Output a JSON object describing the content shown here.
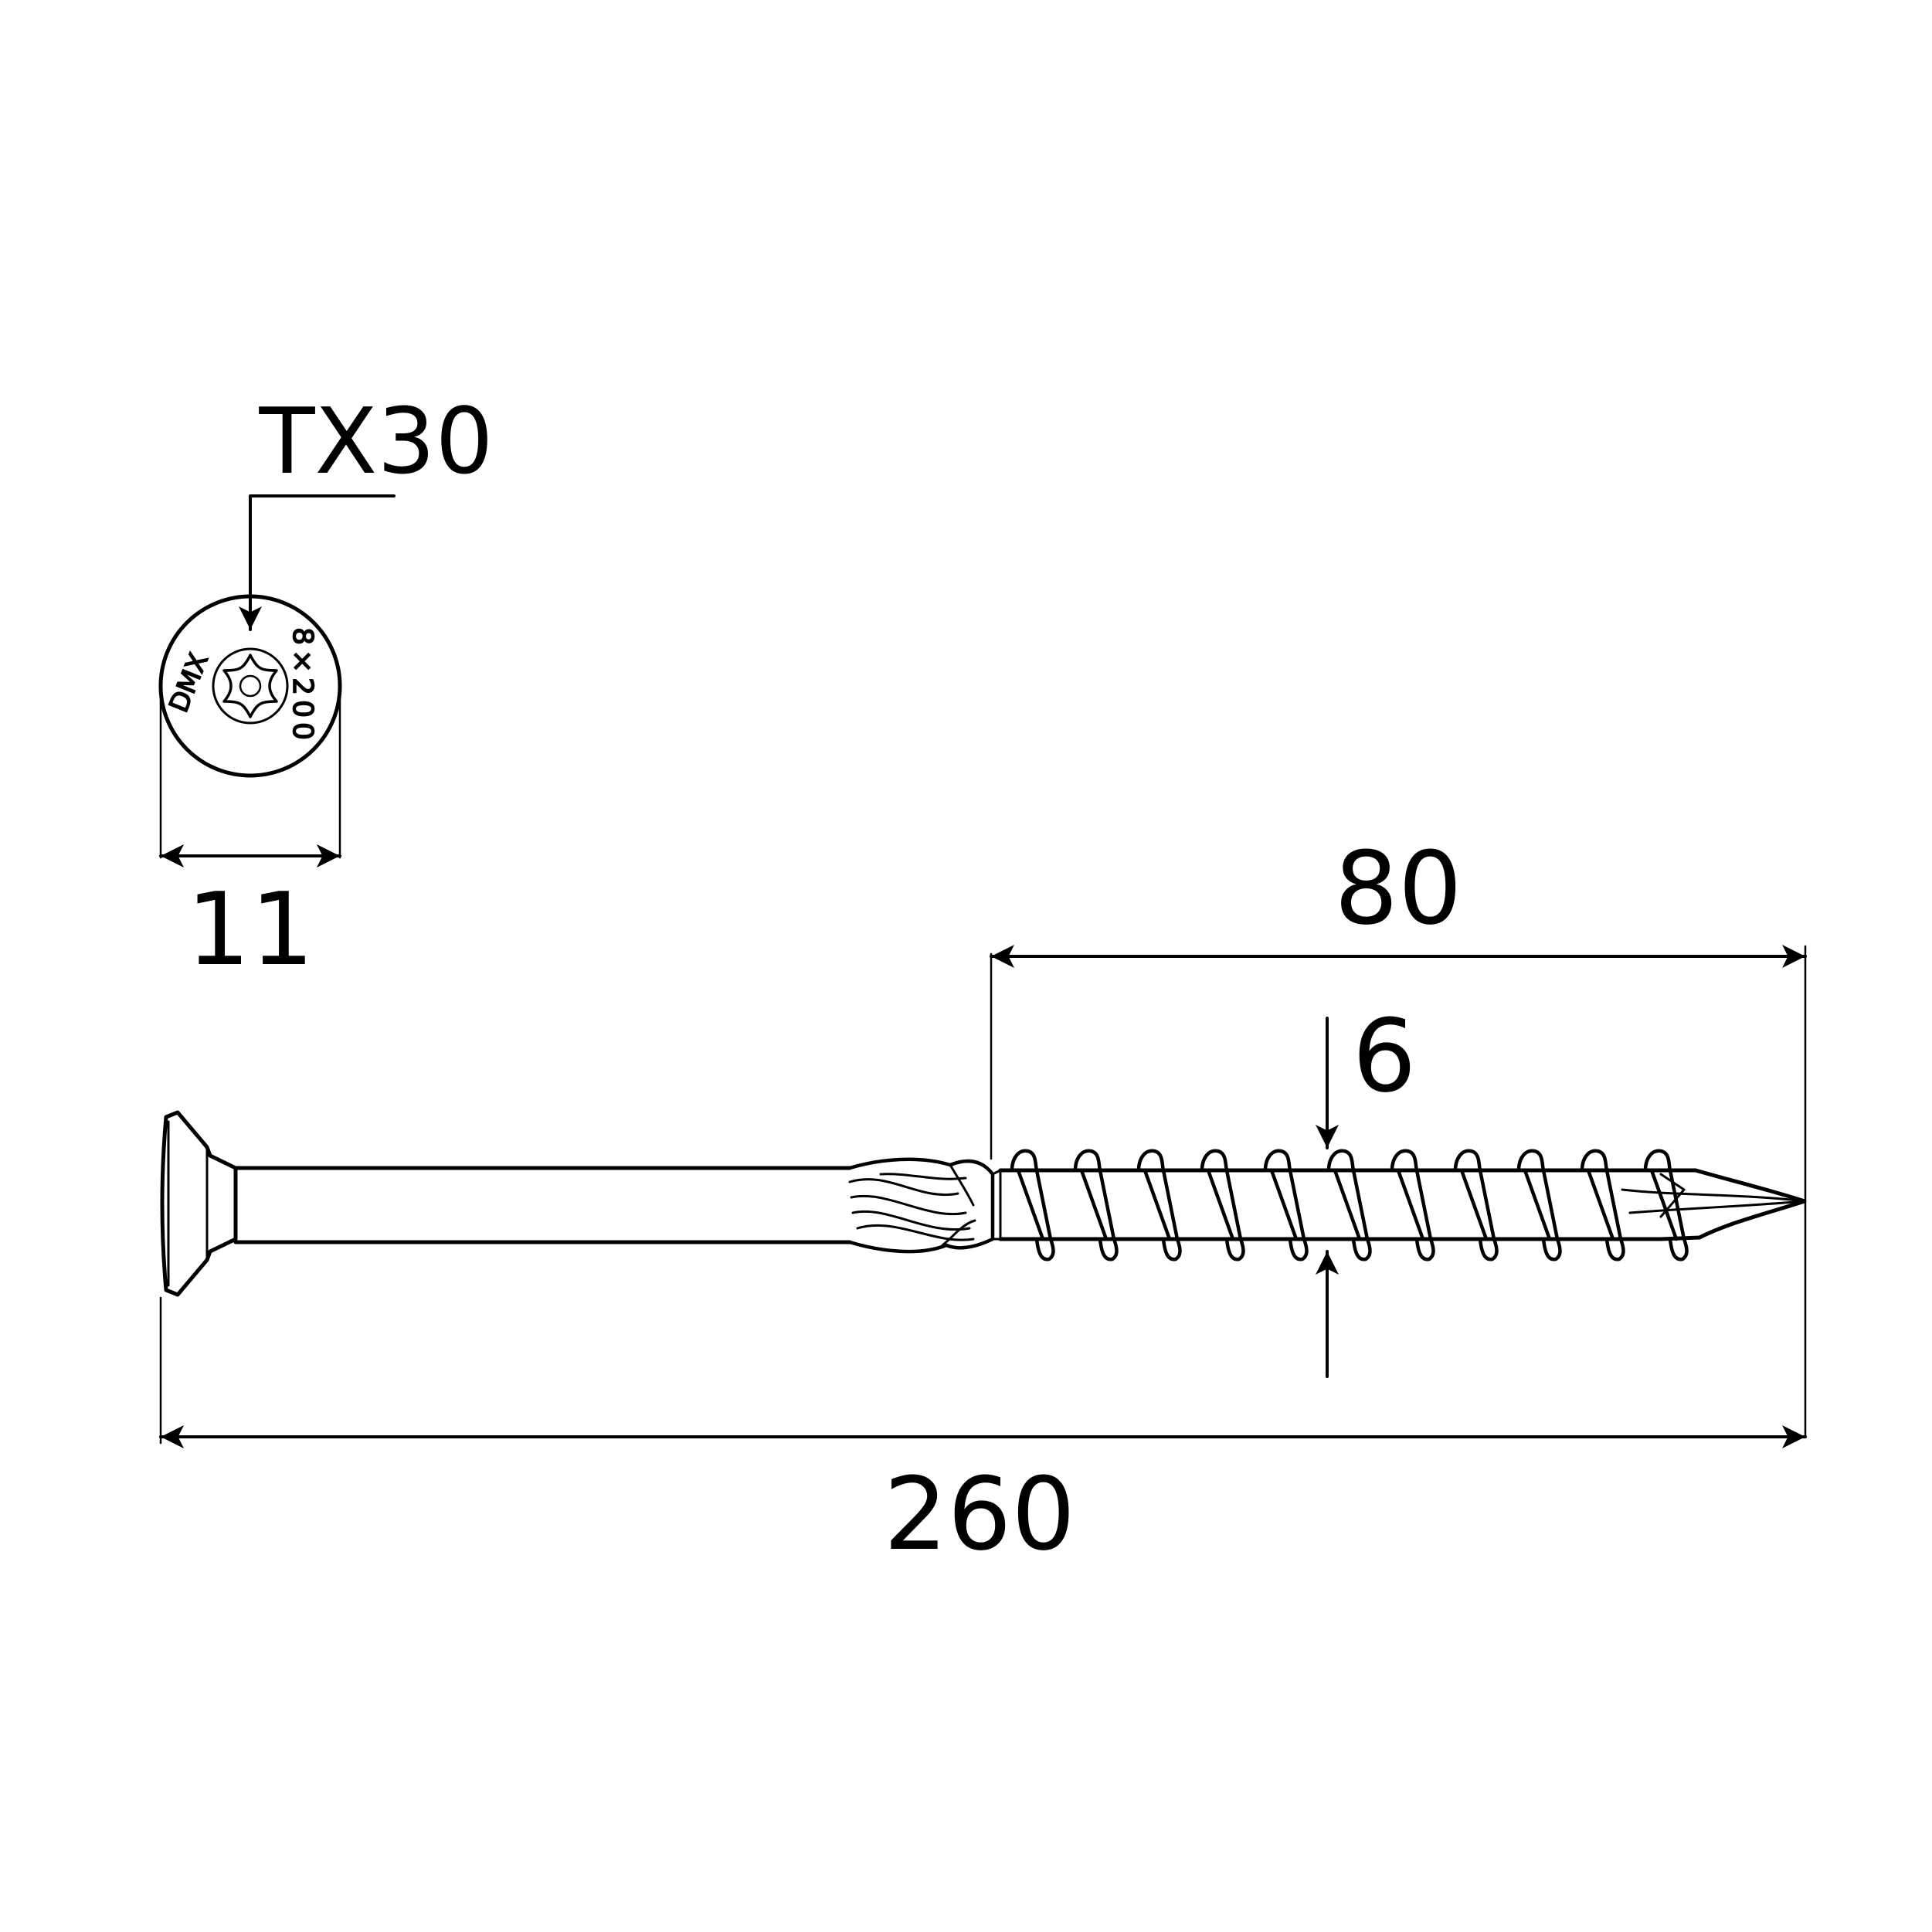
{
  "drive": {
    "label": "TX30"
  },
  "head_marking": {
    "brand": "DMX",
    "size": "8×200"
  },
  "dimensions": {
    "head_diameter": "11",
    "thread_length": "80",
    "thread_diameter": "6",
    "total_length": "260"
  },
  "colors": {
    "line": "#000000",
    "background": "#ffffff"
  }
}
